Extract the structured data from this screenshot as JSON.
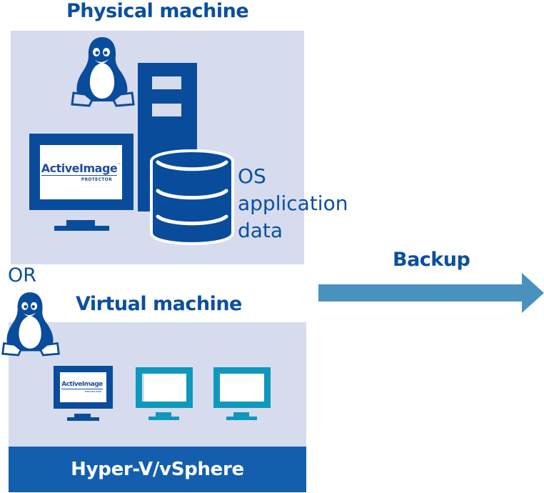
{
  "physical": {
    "title": "Physical machine",
    "data_label": [
      "OS",
      "application",
      "data"
    ],
    "logo_main": "ActiveImage",
    "logo_tm": "™",
    "logo_sub": "PROTECTOR"
  },
  "separator": "OR",
  "virtual": {
    "title": "Virtual machine",
    "logo_main": "ActiveImage",
    "logo_tm": "™",
    "logo_sub": "PROTECTOR",
    "hypervisor": "Hyper-V/vSphere"
  },
  "backup": {
    "label": "Backup"
  },
  "colors": {
    "navy": "#0a4c9c",
    "panel": "#d6dcee",
    "teal": "#0e98bd",
    "arrow": "#4a92be",
    "hypervisor_bar": "#135fae"
  }
}
